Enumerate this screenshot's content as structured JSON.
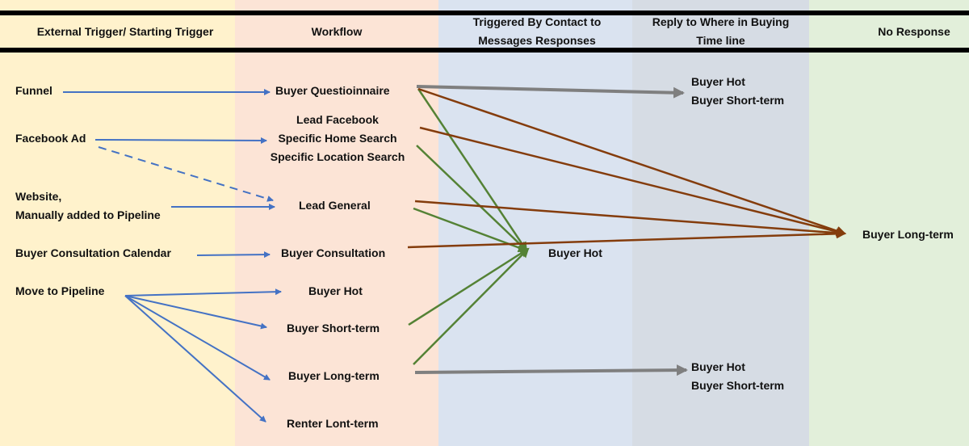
{
  "header": {
    "col1": "External Trigger/ Starting Trigger",
    "col2": "Workflow",
    "col3_line1": "Triggered By Contact to",
    "col3_line2": "Messages Responses",
    "col4_line1": "Reply to Where in Buying",
    "col4_line2": "Time line",
    "col5": "No Response"
  },
  "triggers": {
    "funnel": "Funnel",
    "facebook_ad": "Facebook Ad",
    "website_line1": "Website,",
    "website_line2": "Manually added to Pipeline",
    "consultation_calendar": "Buyer Consultation Calendar",
    "move_to_pipeline": "Move to Pipeline"
  },
  "workflows": {
    "buyer_questionnaire": "Buyer Questioinnaire",
    "lead_facebook": "Lead Facebook",
    "specific_home_search": "Specific Home Search",
    "specific_location_search": "Specific Location Search",
    "lead_general": "Lead General",
    "buyer_consultation": "Buyer Consultation",
    "buyer_hot": "Buyer Hot",
    "buyer_short_term": "Buyer Short-term",
    "buyer_long_term": "Buyer Long-term",
    "renter_long_term": "Renter Lont-term"
  },
  "contact_response": {
    "buyer_hot": "Buyer Hot"
  },
  "reply_timeline": {
    "top_line1": "Buyer Hot",
    "top_line2": "Buyer Short-term",
    "bottom_line1": "Buyer Hot",
    "bottom_line2": "Buyer Short-term"
  },
  "no_response": {
    "buyer_long_term": "Buyer Long-term"
  },
  "colors": {
    "trigger_arrow": "#4472c4",
    "contact_arrow": "#548235",
    "no_response_arrow": "#843c0c",
    "reply_arrow": "#7f7f7f"
  }
}
